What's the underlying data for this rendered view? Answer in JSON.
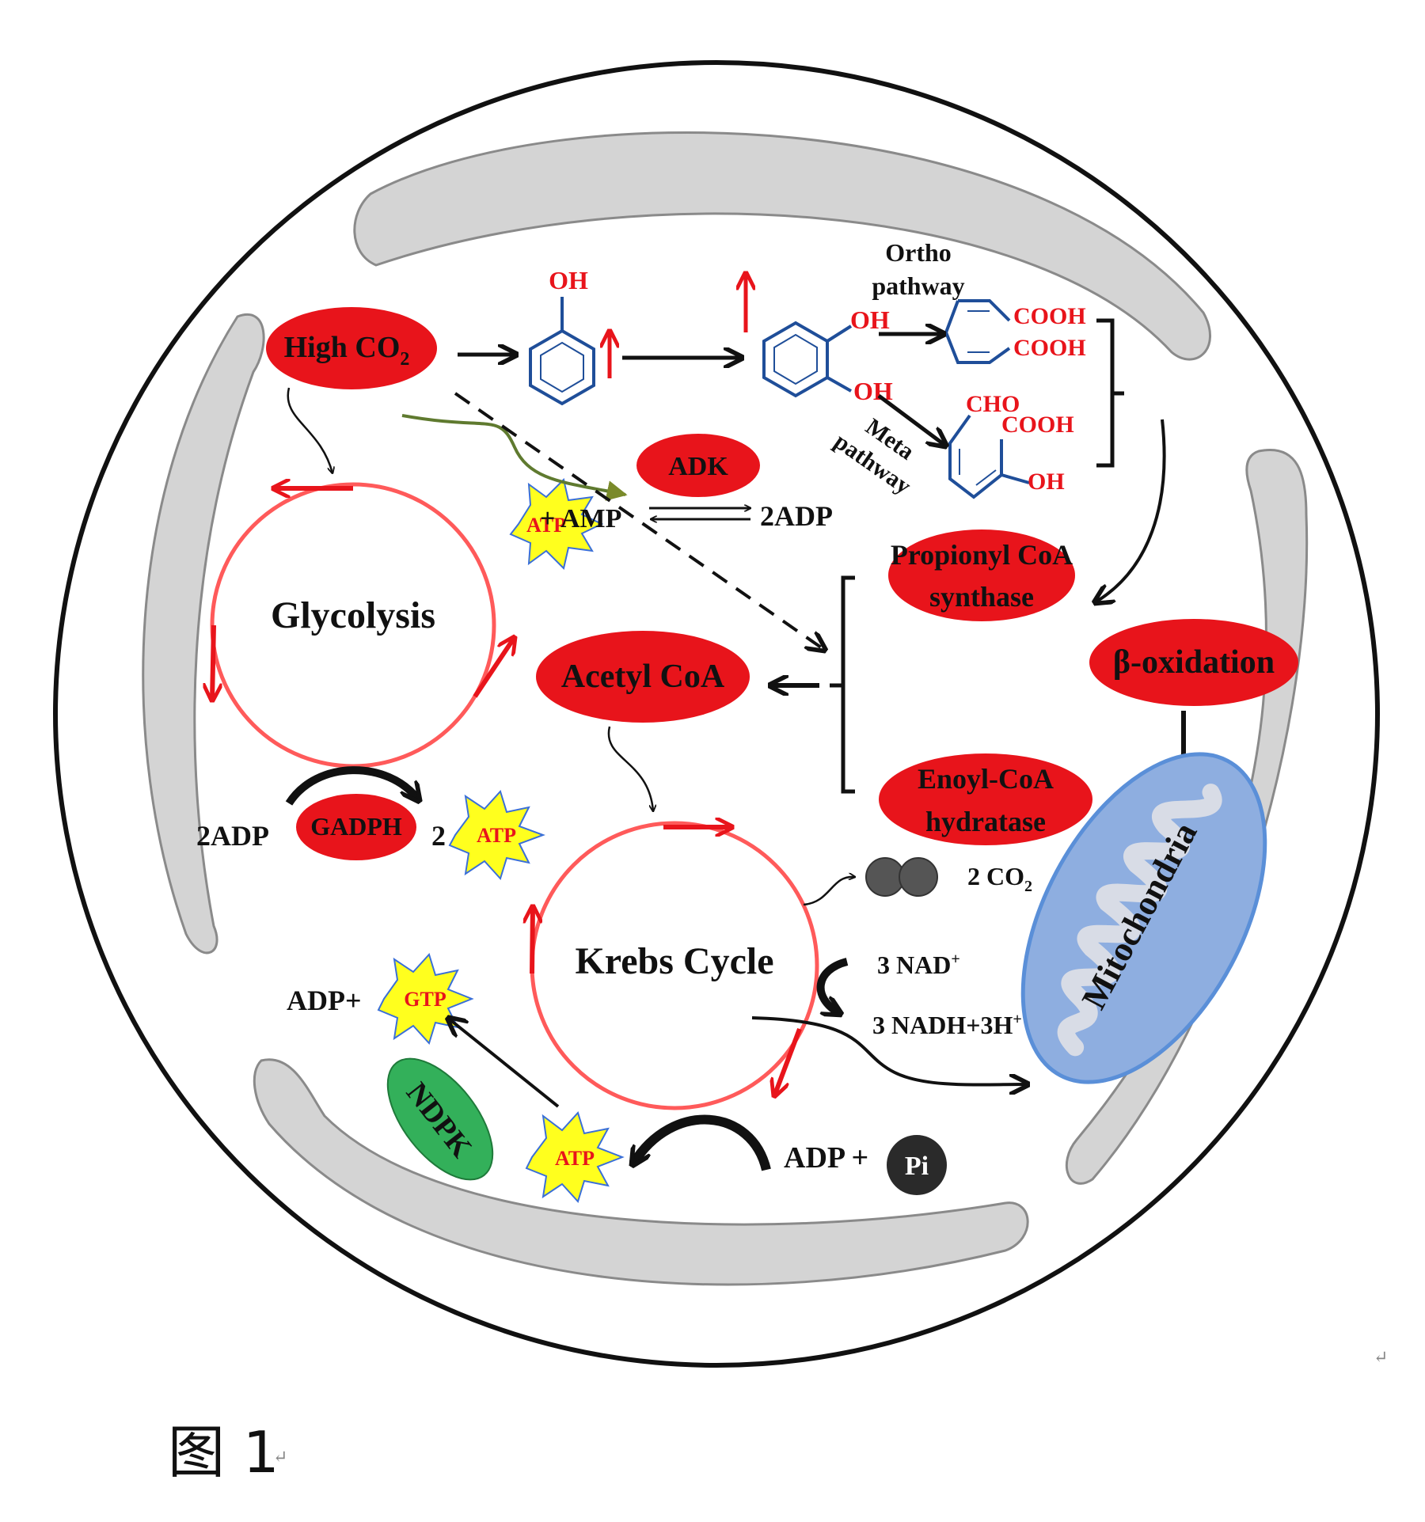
{
  "labels": {
    "high_co2": "High CO",
    "high_co2_sub": "2",
    "oh_phenol": "OH",
    "oh1": "OH",
    "oh2": "OH",
    "cooh1": "COOH",
    "cooh2": "COOH",
    "cho": "CHO",
    "cooh3": "COOH",
    "oh3": "OH",
    "ortho_1": "Ortho",
    "ortho_2": "pathway",
    "meta_1": "Meta",
    "meta_2": "pathway",
    "adk": "ADK",
    "atp": "ATP",
    "amp": "+ AMP",
    "two_adp": "2ADP",
    "glycolysis": "Glycolysis",
    "gadph": "GADPH",
    "two_adp_left": "2ADP",
    "two": "2",
    "propionyl_1": "Propionyl CoA",
    "propionyl_2": "synthase",
    "beta_oxidation": "β-oxidation",
    "acetyl_coa": "Acetyl CoA",
    "enoyl_1": "Enoyl-CoA",
    "enoyl_2": "hydratase",
    "krebs_cycle": "Krebs Cycle",
    "co2_out": "2 CO",
    "co2_out_sub": "2",
    "nad": "3 NAD",
    "nad_sup": "+",
    "nadh": "3 NADH+3H",
    "nadh_sup": "+",
    "mitochondria": "Mitochondria",
    "adp_gtp": "ADP+",
    "gtp": "GTP",
    "ndpk": "NDPK",
    "adp_pi": "ADP +",
    "pi": "Pi",
    "return_mark": "↵",
    "caption": "图 1",
    "caption_mark": "↵"
  },
  "colors": {
    "enzyme_red": "#e8141b",
    "cycle_red": "#ff5a5a",
    "starburst_yellow": "#ffff1e",
    "starburst_outline": "#3a6fd8",
    "ring_blue": "#1f4e99",
    "organelle_gray": "#d4d4d4",
    "mitochondria_blue": "#8eaee0",
    "ndpk_green": "#33b05a",
    "dark_circle": "#555555"
  }
}
